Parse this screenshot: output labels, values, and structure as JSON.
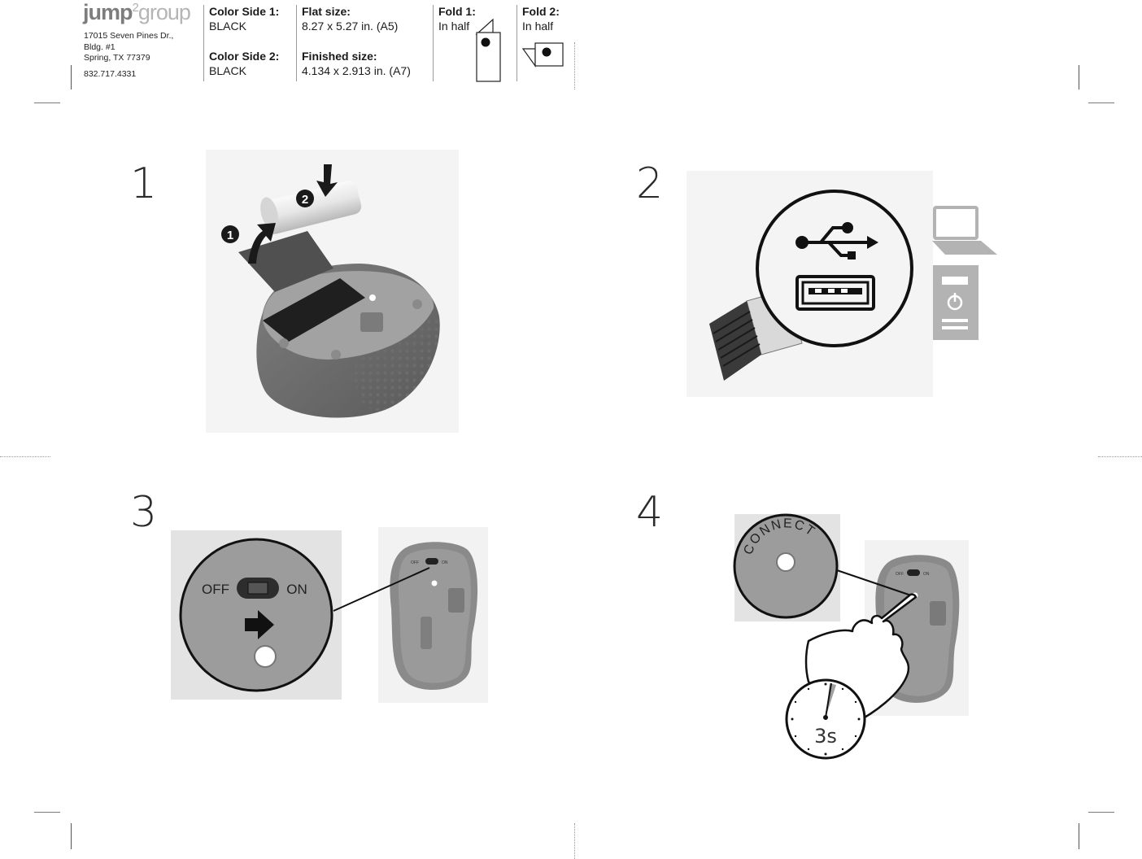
{
  "header": {
    "logo": {
      "part1": "jump",
      "part2": "2",
      "part3": "group"
    },
    "address": {
      "line1": "17015 Seven Pines Dr.,",
      "line2": "Bldg. #1",
      "line3": "Spring, TX 77379",
      "phone": "832.717.4331"
    },
    "color_side_1": {
      "label": "Color Side 1:",
      "value": "BLACK"
    },
    "color_side_2": {
      "label": "Color Side 2:",
      "value": "BLACK"
    },
    "flat_size": {
      "label": "Flat size:",
      "value": "8.27 x 5.27 in. (A5)"
    },
    "finished_size": {
      "label": "Finished size:",
      "value": "4.134 x  2.913 in. (A7)"
    },
    "fold_1": {
      "label": "Fold 1:",
      "value": "In half"
    },
    "fold_2": {
      "label": "Fold 2:",
      "value": "In half"
    }
  },
  "steps": [
    {
      "number": "1",
      "badges": [
        "❶",
        "❷"
      ]
    },
    {
      "number": "2"
    },
    {
      "number": "3",
      "off_label": "OFF",
      "on_label": "ON",
      "small_off": "OFF",
      "small_on": "ON"
    },
    {
      "number": "4",
      "connect_label": "CONNECT",
      "timer_label": "3s",
      "small_off": "OFF",
      "small_on": "ON"
    }
  ],
  "colors": {
    "ink": "#1a1a1a",
    "mid_gray": "#8a8a8a",
    "light_gray": "#bdbdbd",
    "panel_bg": "#f4f4f4"
  }
}
